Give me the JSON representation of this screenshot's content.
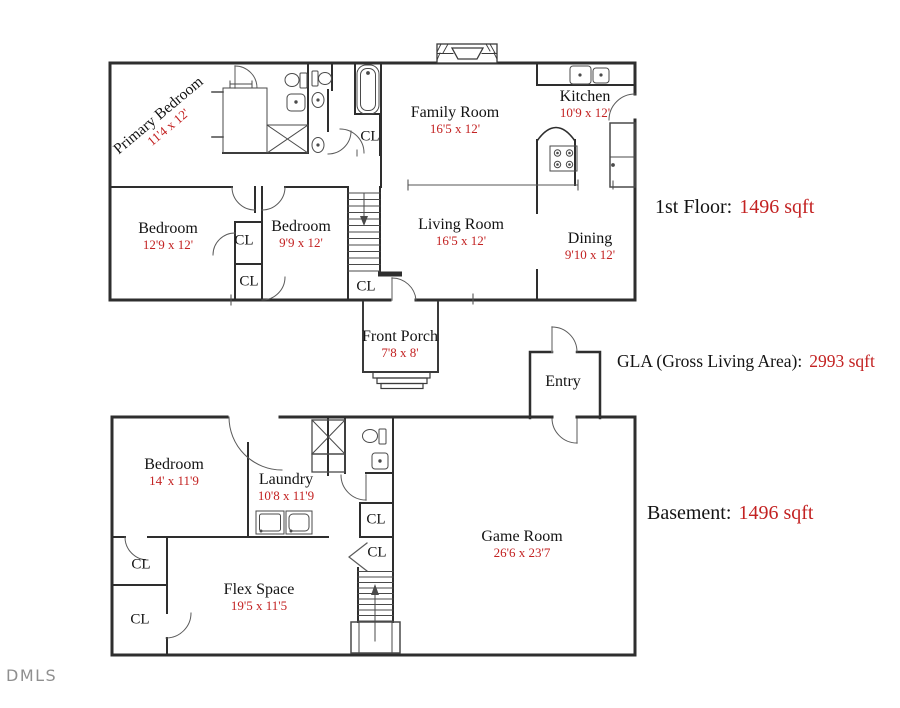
{
  "first_floor": {
    "header": "1st Floor:",
    "sqft": "1496 sqft",
    "rooms": [
      {
        "name": "Primary Bedroom",
        "dims": "11'4 x 12'"
      },
      {
        "name": "Family Room",
        "dims": "16'5 x 12'"
      },
      {
        "name": "Kitchen",
        "dims": "10'9 x 12'"
      },
      {
        "name": "Bedroom",
        "dims": "12'9 x 12'"
      },
      {
        "name": "Bedroom",
        "dims": "9'9 x 12'"
      },
      {
        "name": "Living Room",
        "dims": "16'5 x 12'"
      },
      {
        "name": "Dining",
        "dims": "9'10 x 12'"
      },
      {
        "name": "Front Porch",
        "dims": "7'8 x 8'"
      }
    ]
  },
  "basement": {
    "header": "Basement:",
    "sqft": "1496 sqft",
    "rooms": [
      {
        "name": "Bedroom",
        "dims": "14' x 11'9"
      },
      {
        "name": "Laundry",
        "dims": "10'8 x 11'9"
      },
      {
        "name": "Game Room",
        "dims": "26'6 x 23'7"
      },
      {
        "name": "Flex Space",
        "dims": "19'5 x 11'5"
      }
    ]
  },
  "gla": {
    "prefix": "GLA (Gross Living Area):",
    "sqft": "2993 sqft"
  },
  "entry": {
    "label": "Entry"
  },
  "closet_label": "CL",
  "watermark": "DMLS",
  "colors": {
    "dimension_text": "#c32222",
    "wall": "#2e2e2e"
  }
}
